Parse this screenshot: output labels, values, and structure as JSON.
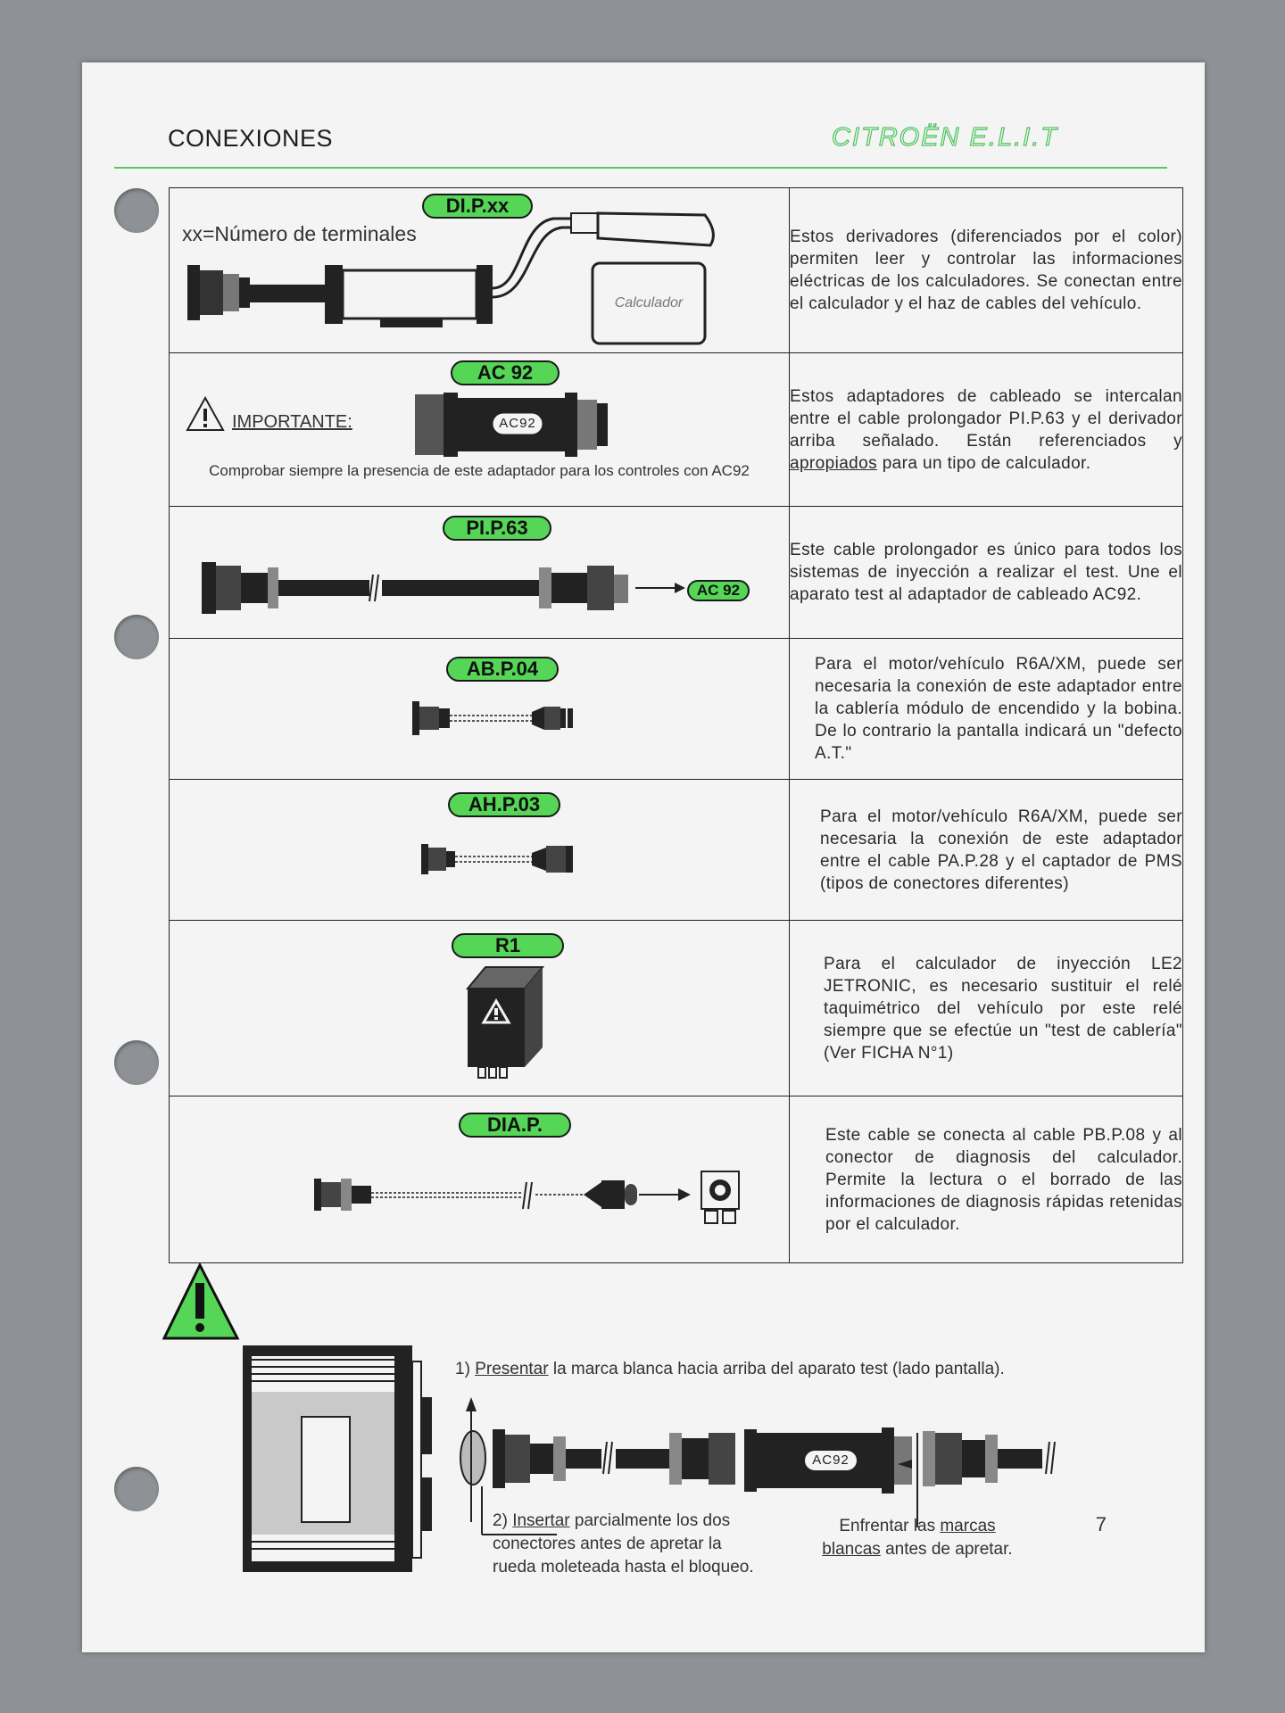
{
  "header": {
    "title": "CONEXIONES",
    "brand": "CITROËN E.L.I.T"
  },
  "rows": [
    {
      "tag": "DI.P.xx",
      "note": "xx=Número de terminales",
      "device_label": "Calculador",
      "description": "Estos derivadores (diferenciados por el color) permiten leer y controlar las informaciones eléctricas de los calculadores. Se conectan entre el calculador y el haz de cables del vehículo."
    },
    {
      "tag": "AC 92",
      "warning_label": "IMPORTANTE:",
      "component_label": "AC92",
      "caption": "Comprobar siempre la presencia de este adaptador para los controles con AC92",
      "description_pre": "Estos adaptadores de cableado se intercalan entre el cable prolongador PI.P.63 y el derivador arriba señalado. Están referenciados y ",
      "description_underline": "apropiados",
      "description_post": " para un tipo de calculador."
    },
    {
      "tag": "PI.P.63",
      "arrow_tag": "AC 92",
      "description": "Este cable prolongador es único para todos los sistemas de inyección a realizar el test. Une el aparato test al adaptador de cableado AC92."
    },
    {
      "tag": "AB.P.04",
      "description": "Para el motor/vehículo R6A/XM, puede ser necesaria la conexión de este adaptador entre la cablería módulo de encendido y la bobina. De lo contrario la pantalla indicará un \"defecto A.T.\""
    },
    {
      "tag": "AH.P.03",
      "description": "Para el motor/vehículo R6A/XM, puede ser necesaria la conexión de este adaptador entre el cable PA.P.28 y el captador de PMS (tipos de conectores diferentes)"
    },
    {
      "tag": "R1",
      "description": "Para el calculador de inyección LE2 JETRONIC, es necesario sustituir el relé taquimétrico del vehículo por este relé siempre que se efectúe un \"test de cablería\" (Ver FICHA N°1)"
    },
    {
      "tag": "DIA.P.",
      "description": "Este cable se conecta al cable PB.P.08 y al conector de diagnosis del calculador. Permite la lectura o el borrado de las informaciones de diagnosis rápidas retenidas por el calculador."
    }
  ],
  "bottom": {
    "step1_num": "1) ",
    "step1_underline": "Presentar",
    "step1_rest": " la marca blanca hacia arriba del aparato test (lado pantalla).",
    "step2_num": "2) ",
    "step2_underline": "Insertar",
    "step2_rest": " parcialmente los dos conectores antes de apretar la rueda moleteada hasta el bloqueo.",
    "marks_pre": "Enfrentar las ",
    "marks_underline": "marcas blancas",
    "marks_post": " antes de apretar.",
    "component_label": "AC92"
  },
  "page_number": "7",
  "colors": {
    "accent_green": "#55d657",
    "rule_green": "#5cc65a",
    "brand_outline": "#38b84a"
  }
}
